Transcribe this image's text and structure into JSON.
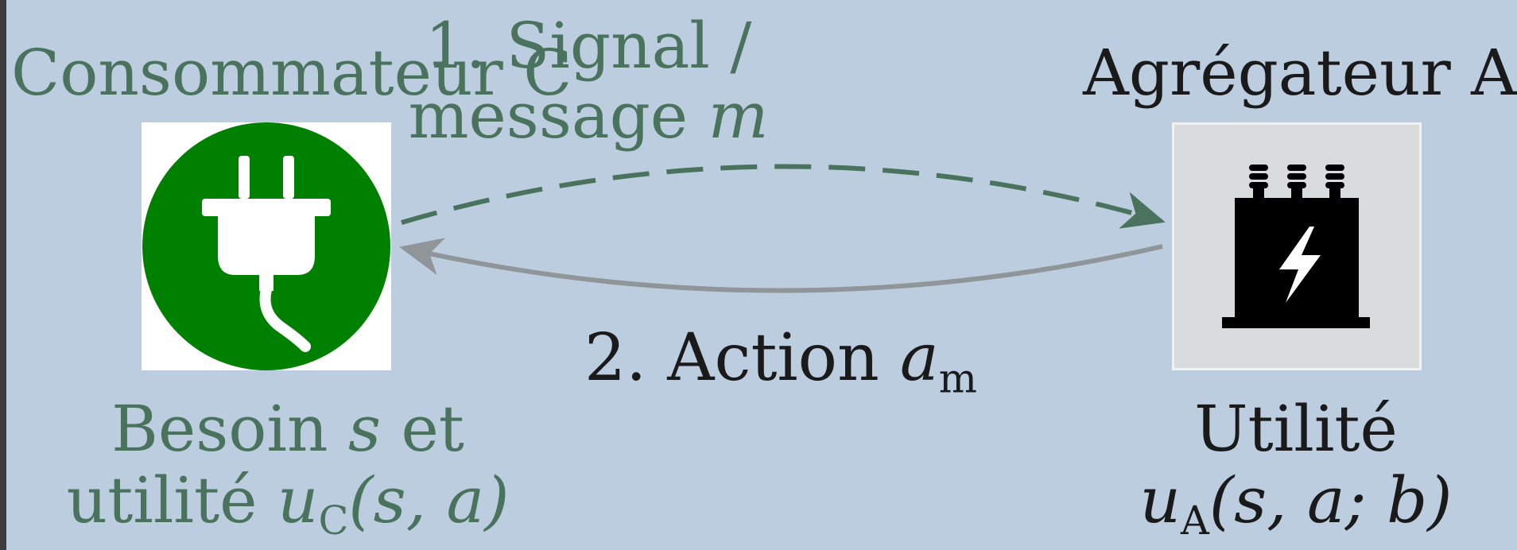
{
  "consumer": {
    "title": "Consommateur C",
    "need_line1": "Besoin ",
    "need_var": "s",
    "need_line1_end": " et",
    "need_line2_prefix": "utilité ",
    "need_util_var": "u",
    "need_util_sub": "C",
    "need_util_args": "(s, a)",
    "icon": "plug-icon"
  },
  "aggregator": {
    "title": "Agrégateur A",
    "util_line1": "Utilité",
    "util_var": "u",
    "util_sub": "A",
    "util_args": "(s, a; b)",
    "icon": "transformer-icon"
  },
  "signal": {
    "line1": "1. Signal /",
    "line2_prefix": "message ",
    "line2_var": "m"
  },
  "action": {
    "prefix": "2. Action ",
    "var": "a",
    "sub": "m"
  },
  "colors": {
    "background": "#bccddf",
    "green_text": "#4a735e",
    "dashed_arrow": "#4a735e",
    "solid_arrow": "#8f9598",
    "plug_circle": "#008000"
  }
}
